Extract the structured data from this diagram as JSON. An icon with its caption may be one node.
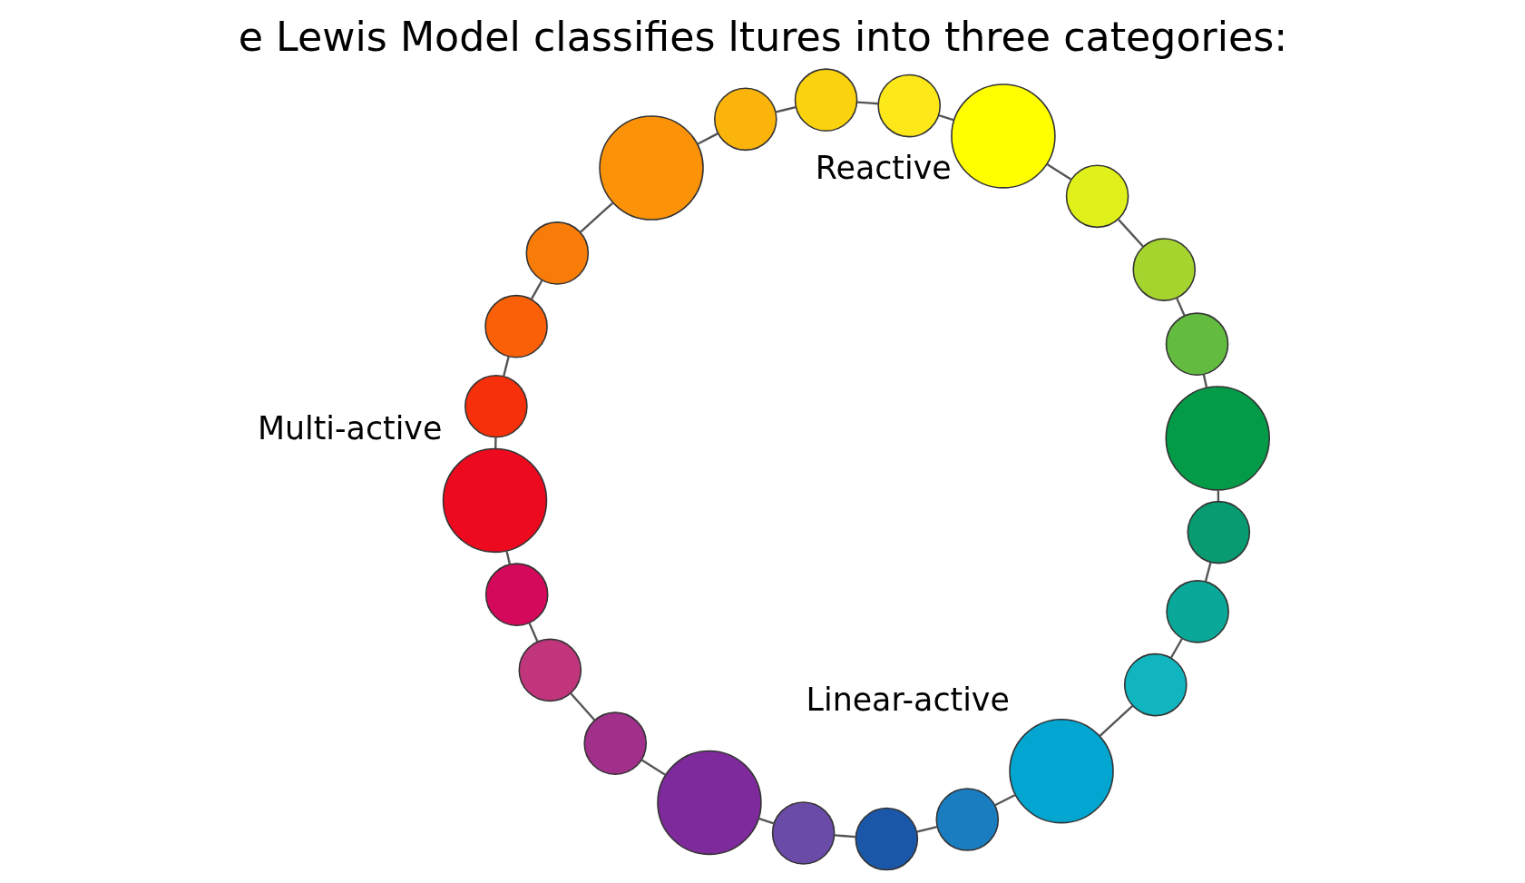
{
  "diagram": {
    "title": "e Lewis Model classifies ltures into three categories:",
    "nodes": [
      {
        "text": [],
        "shape": "circle",
        "beside": [
          "Multi-active"
        ]
      },
      {
        "text": [],
        "shape": "circle"
      },
      {
        "text": [],
        "shape": "circle"
      },
      {
        "text": [],
        "shape": "circle"
      },
      {
        "text": [],
        "shape": "circle"
      },
      {
        "text": [],
        "shape": "circle"
      },
      {
        "text": [],
        "shape": "circle"
      },
      {
        "text": [],
        "shape": "circle"
      },
      {
        "text": [],
        "shape": "circle",
        "beside": [
          "Linear-active"
        ]
      },
      {
        "text": [],
        "shape": "circle"
      },
      {
        "text": [],
        "shape": "circle"
      },
      {
        "text": [],
        "shape": "circle"
      },
      {
        "text": [],
        "shape": "circle"
      },
      {
        "text": [],
        "shape": "circle"
      },
      {
        "text": [],
        "shape": "circle"
      },
      {
        "text": [],
        "shape": "circle"
      },
      {
        "text": [],
        "shape": "circle",
        "beside": [
          "Reactive"
        ]
      },
      {
        "text": [],
        "shape": "circle"
      },
      {
        "text": [],
        "shape": "circle"
      },
      {
        "text": [],
        "shape": "circle"
      },
      {
        "text": [],
        "shape": "circle"
      },
      {
        "text": [],
        "shape": "circle"
      },
      {
        "text": [],
        "shape": "circle"
      },
      {
        "text": [],
        "shape": "circle"
      }
    ],
    "edges": [
      {
        "from": 0,
        "to": 1,
        "arrow": "none"
      },
      {
        "from": 1,
        "to": 2,
        "arrow": "none"
      },
      {
        "from": 2,
        "to": 3,
        "arrow": "none"
      },
      {
        "from": 3,
        "to": 4,
        "arrow": "none"
      },
      {
        "from": 4,
        "to": 5,
        "arrow": "none"
      },
      {
        "from": 5,
        "to": 6,
        "arrow": "none"
      },
      {
        "from": 6,
        "to": 7,
        "arrow": "none"
      },
      {
        "from": 7,
        "to": 8,
        "arrow": "none"
      },
      {
        "from": 8,
        "to": 9,
        "arrow": "none"
      },
      {
        "from": 9,
        "to": 10,
        "arrow": "none"
      },
      {
        "from": 10,
        "to": 11,
        "arrow": "none"
      },
      {
        "from": 11,
        "to": 12,
        "arrow": "none"
      },
      {
        "from": 12,
        "to": 13,
        "arrow": "none"
      },
      {
        "from": 13,
        "to": 14,
        "arrow": "none"
      },
      {
        "from": 14,
        "to": 15,
        "arrow": "none"
      },
      {
        "from": 15,
        "to": 16,
        "arrow": "none"
      },
      {
        "from": 16,
        "to": 17,
        "arrow": "none"
      },
      {
        "from": 17,
        "to": 18,
        "arrow": "none"
      },
      {
        "from": 18,
        "to": 19,
        "arrow": "none"
      },
      {
        "from": 19,
        "to": 20,
        "arrow": "none"
      },
      {
        "from": 20,
        "to": 21,
        "arrow": "none"
      },
      {
        "from": 21,
        "to": 22,
        "arrow": "none"
      },
      {
        "from": 22,
        "to": 23,
        "arrow": "none"
      },
      {
        "from": 23,
        "to": 0,
        "arrow": "none"
      }
    ]
  }
}
